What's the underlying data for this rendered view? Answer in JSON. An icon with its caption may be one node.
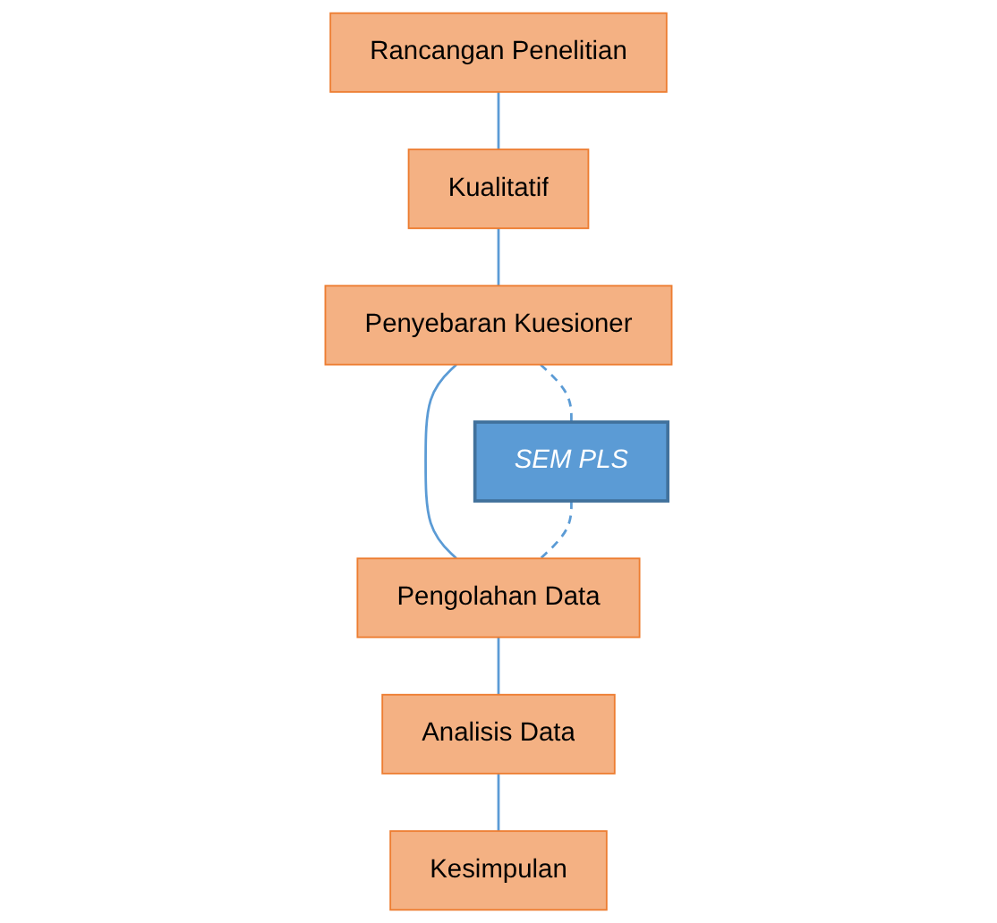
{
  "diagram": {
    "nodes": [
      {
        "text": [
          "Rancangan Penelitian"
        ]
      },
      {
        "text": [
          "Kualitatif"
        ]
      },
      {
        "text": [
          "Penyebaran Kuesioner"
        ]
      },
      {
        "text": [
          "SEM PLS"
        ]
      },
      {
        "text": [
          "Pengolahan Data"
        ]
      },
      {
        "text": [
          "Analisis Data"
        ]
      },
      {
        "text": [
          "Kesimpulan"
        ]
      }
    ],
    "edges": [
      {
        "from": 0,
        "to": 1,
        "arrow": "none"
      },
      {
        "from": 1,
        "to": 2,
        "arrow": "none"
      },
      {
        "from": 2,
        "to": 4,
        "arrow": "none"
      },
      {
        "from": 2,
        "to": 3,
        "arrow": "none",
        "style": "dashed"
      },
      {
        "from": 3,
        "to": 4,
        "arrow": "none",
        "style": "dashed"
      },
      {
        "from": 4,
        "to": 5,
        "arrow": "none"
      },
      {
        "from": 5,
        "to": 6,
        "arrow": "none"
      }
    ]
  }
}
